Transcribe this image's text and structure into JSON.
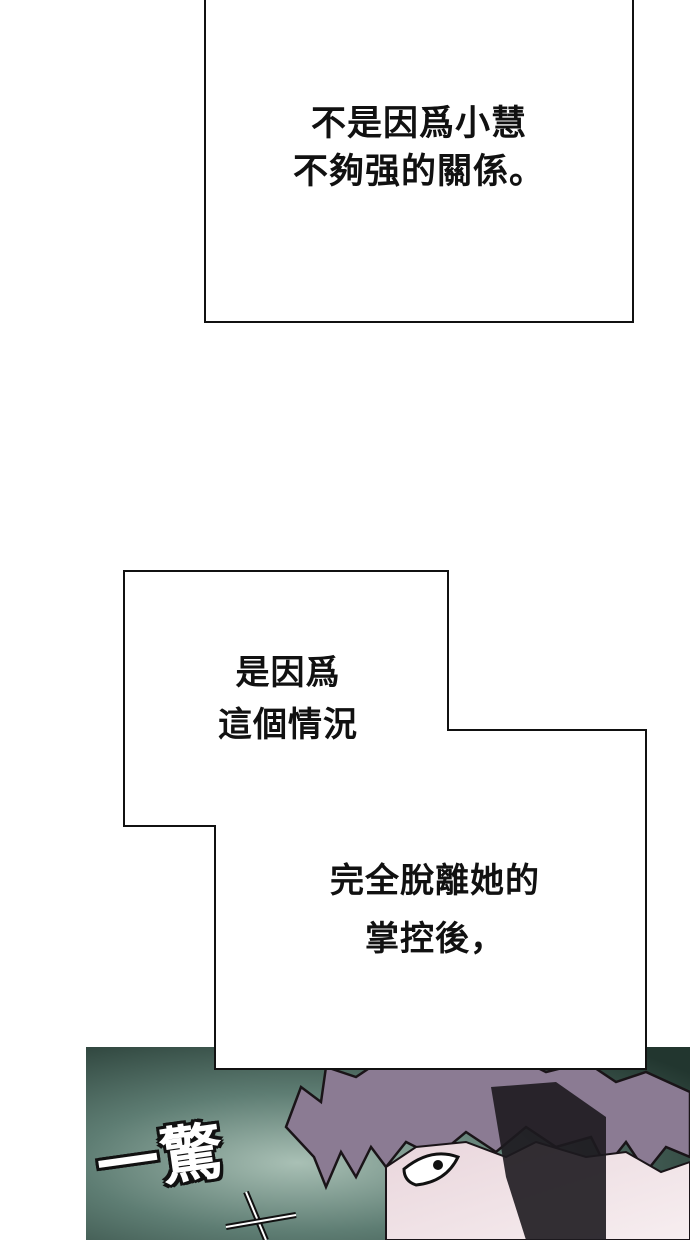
{
  "captions": {
    "top": {
      "line1": "不是因爲小慧",
      "line2": "不夠强的關係。"
    },
    "middle": {
      "line1": "是因爲",
      "line2": "這個情況"
    },
    "lower": {
      "line1": "完全脫離她的",
      "line2": "掌控後，"
    }
  },
  "sound_effect": {
    "text": "一驚"
  },
  "colors": {
    "panel_bg": "#2f4a44",
    "panel_glow": "#9fb7ac",
    "hair": "#8f7f95",
    "skin": "#f3e3e6",
    "ink": "#111111"
  }
}
